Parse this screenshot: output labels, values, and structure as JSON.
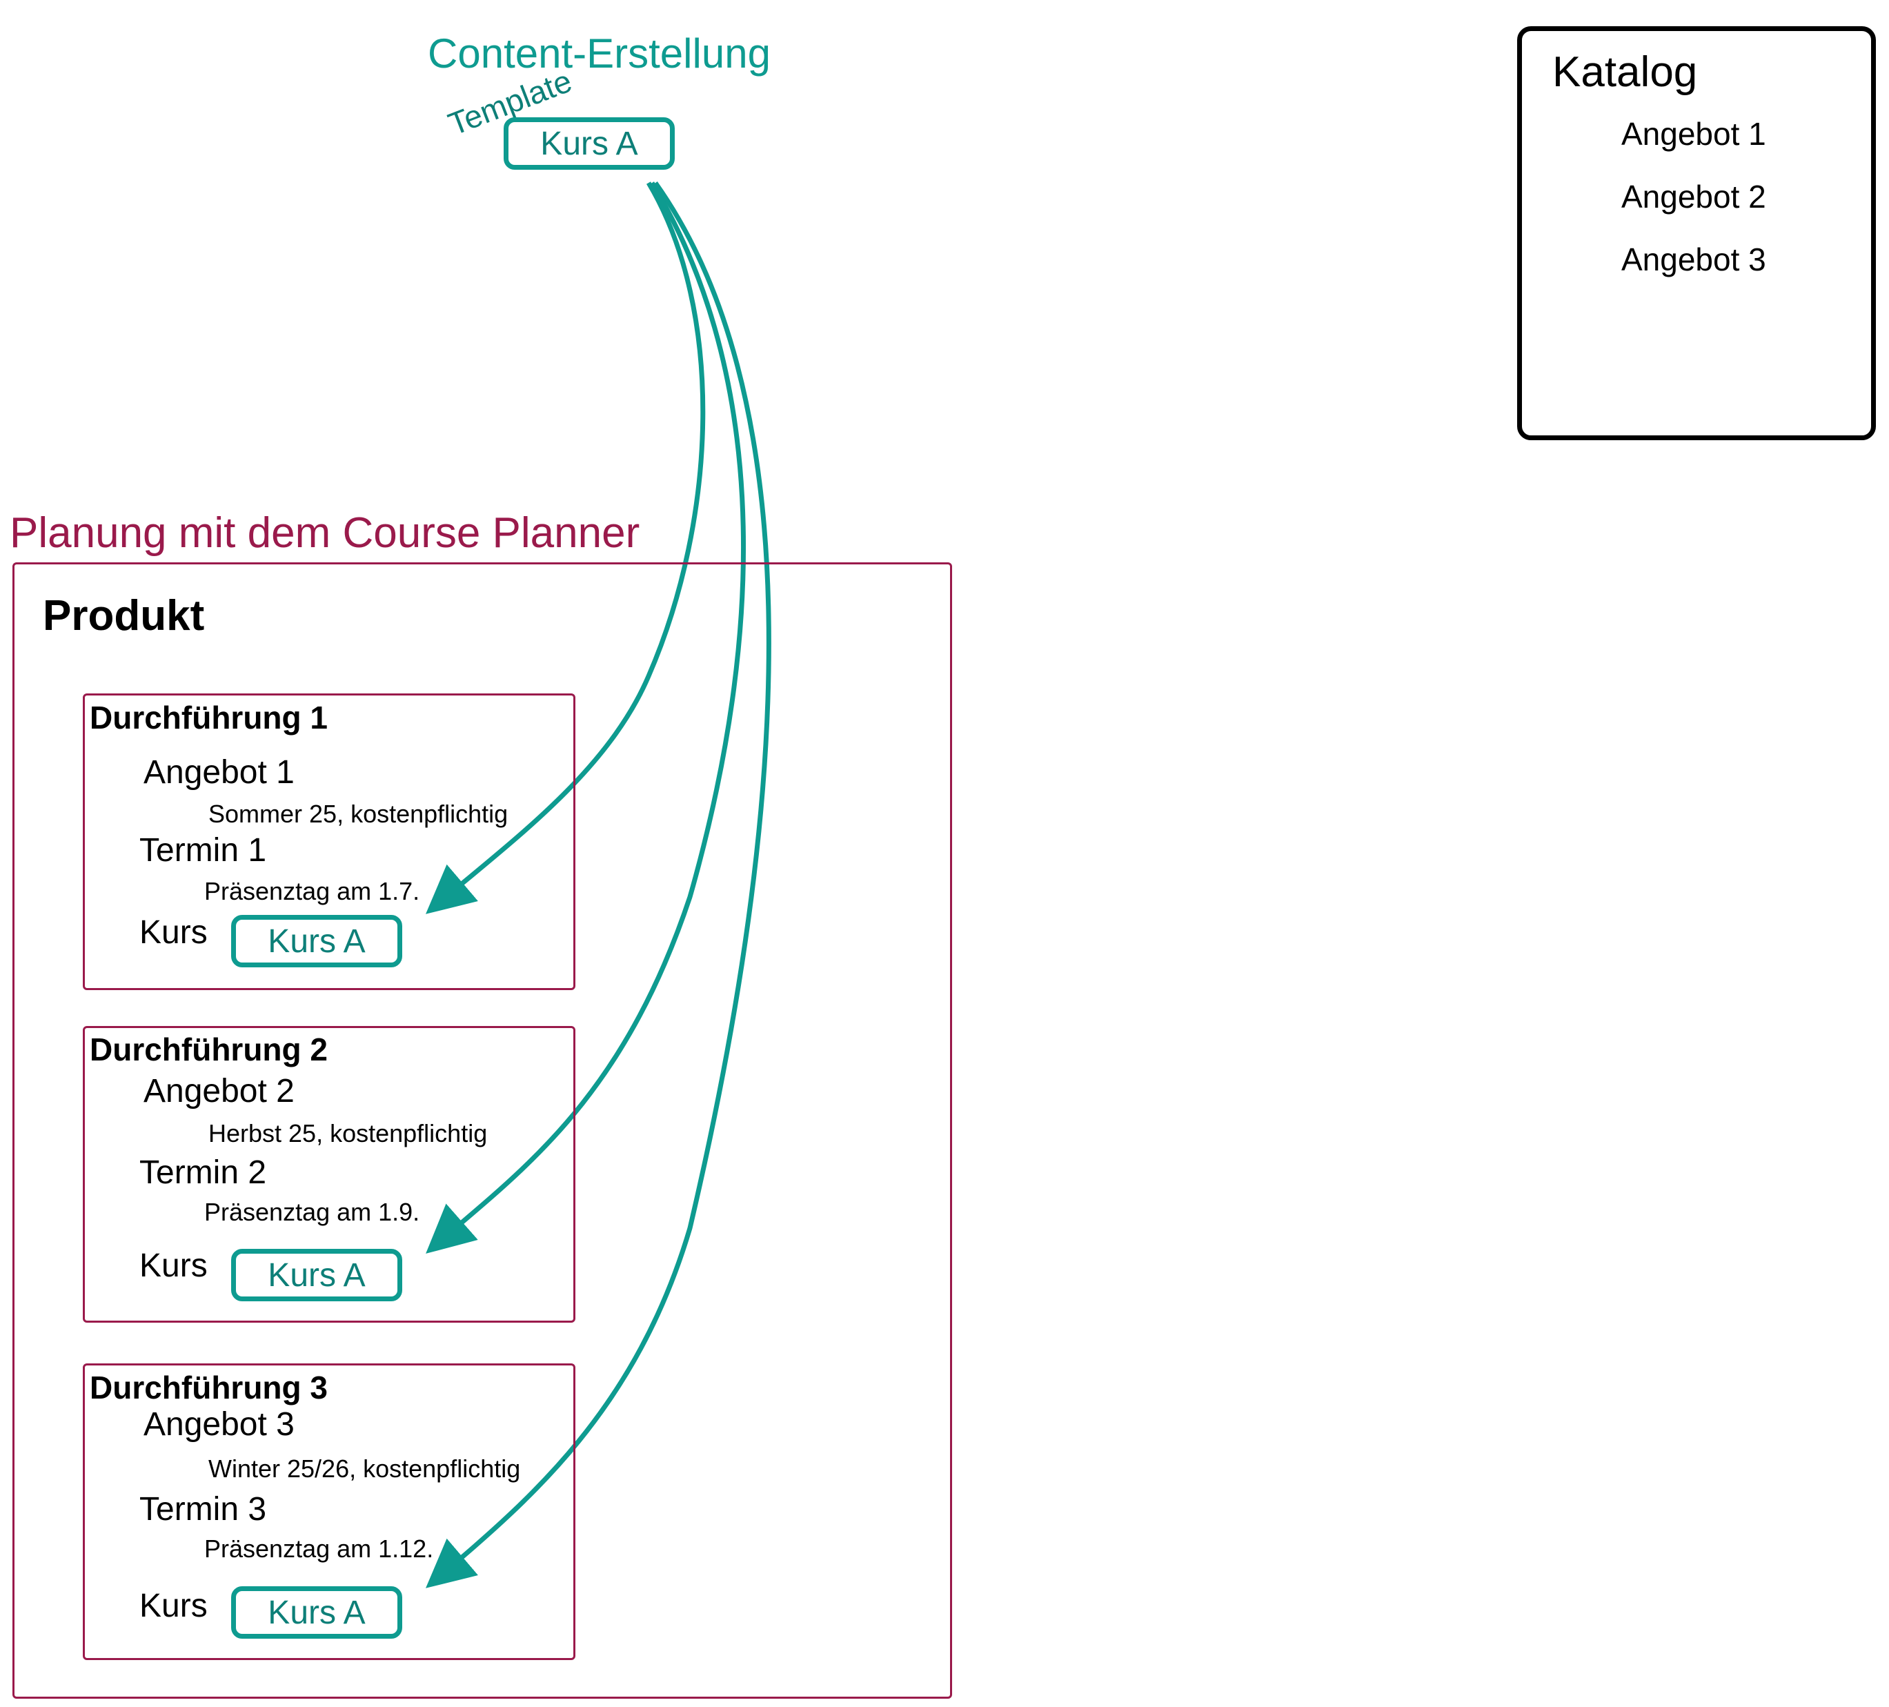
{
  "content": {
    "title": "Content-Erstellung",
    "template_label": "Template",
    "source_course": "Kurs A"
  },
  "katalog": {
    "title": "Katalog",
    "items": [
      "Angebot 1",
      "Angebot 2",
      "Angebot 3"
    ]
  },
  "planung": {
    "title": "Planung mit dem Course Planner",
    "produkt_label": "Produkt",
    "durchfuehrungen": [
      {
        "title": "Durchführung 1",
        "angebot": "Angebot 1",
        "angebot_detail": "Sommer 25, kostenpflichtig",
        "termin": "Termin 1",
        "termin_detail": "Präsenztag am 1.7.",
        "kurs_label": "Kurs",
        "kurs": "Kurs A"
      },
      {
        "title": "Durchführung 2",
        "angebot": "Angebot 2",
        "angebot_detail": "Herbst 25, kostenpflichtig",
        "termin": "Termin 2",
        "termin_detail": "Präsenztag am 1.9.",
        "kurs_label": "Kurs",
        "kurs": "Kurs A"
      },
      {
        "title": "Durchführung 3",
        "angebot": "Angebot 3",
        "angebot_detail": "Winter 25/26, kostenpflichtig",
        "termin": "Termin 3",
        "termin_detail": "Präsenztag am 1.12.",
        "kurs_label": "Kurs",
        "kurs": "Kurs A"
      }
    ]
  },
  "colors": {
    "teal": "#0e9b90",
    "crimson": "#9a1a4b",
    "black": "#000000"
  }
}
